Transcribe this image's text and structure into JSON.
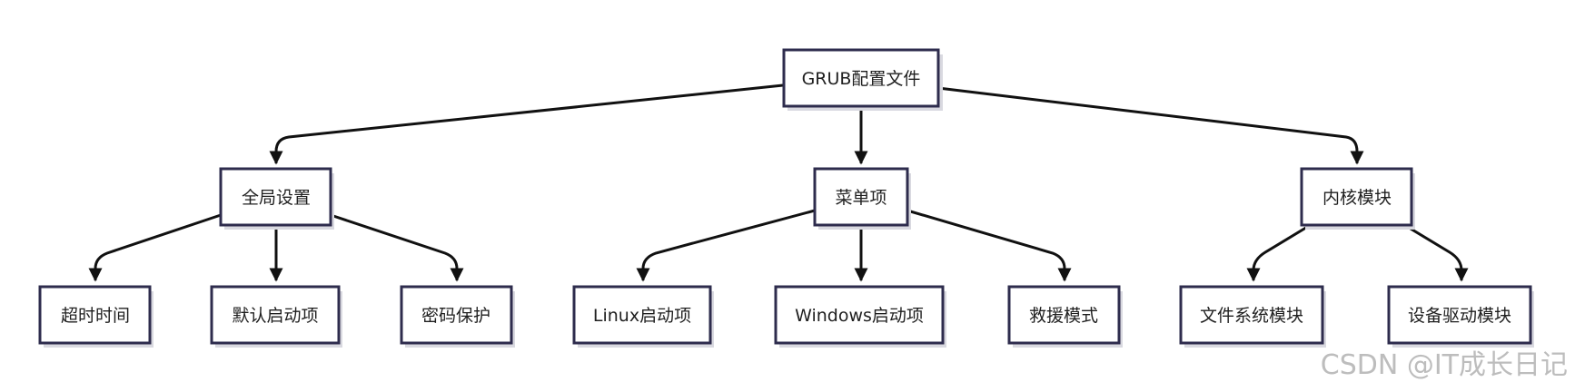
{
  "diagram": {
    "root": {
      "id": "root",
      "label": "GRUB配置文件"
    },
    "children": [
      {
        "id": "global",
        "label": "全局设置",
        "children": [
          {
            "id": "timeout",
            "label": "超时时间"
          },
          {
            "id": "default",
            "label": "默认启动项"
          },
          {
            "id": "password",
            "label": "密码保护"
          }
        ]
      },
      {
        "id": "menu",
        "label": "菜单项",
        "children": [
          {
            "id": "linux",
            "label": "Linux启动项"
          },
          {
            "id": "windows",
            "label": "Windows启动项"
          },
          {
            "id": "rescue",
            "label": "救援模式"
          }
        ]
      },
      {
        "id": "kernel",
        "label": "内核模块",
        "children": [
          {
            "id": "fs",
            "label": "文件系统模块"
          },
          {
            "id": "driver",
            "label": "设备驱动模块"
          }
        ]
      }
    ]
  },
  "watermark": "CSDN @IT成长日记",
  "colors": {
    "node_border": "#2e2c4d",
    "edge": "#111111",
    "watermark": "#bdbdbd"
  }
}
